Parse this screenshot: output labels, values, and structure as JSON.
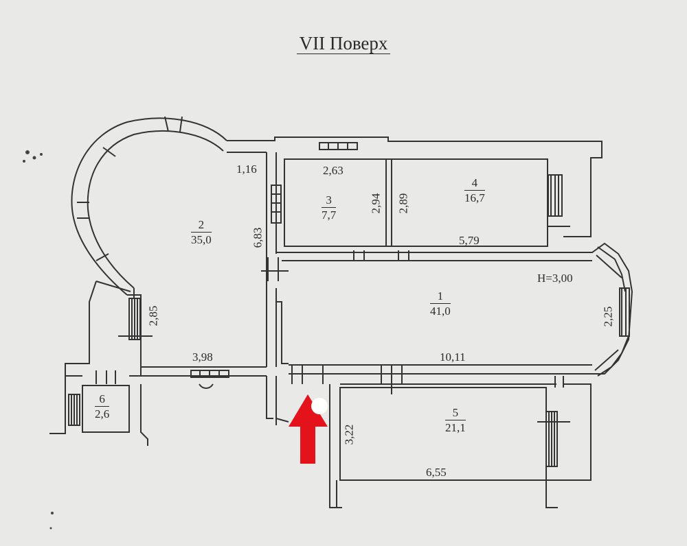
{
  "title": "VII Поверх",
  "height_label": "H=3,00",
  "rooms": [
    {
      "num": "1",
      "area": "41,0"
    },
    {
      "num": "2",
      "area": "35,0"
    },
    {
      "num": "3",
      "area": "7,7"
    },
    {
      "num": "4",
      "area": "16,7"
    },
    {
      "num": "5",
      "area": "21,1"
    },
    {
      "num": "6",
      "area": "2,6"
    }
  ],
  "dimensions": {
    "d_1_16": "1,16",
    "d_2_63": "2,63",
    "d_2_94": "2,94",
    "d_2_89": "2,89",
    "d_6_83": "6,83",
    "d_5_79": "5,79",
    "d_2_85": "2,85",
    "d_3_98": "3,98",
    "d_10_11": "10,11",
    "d_2_25": "2,25",
    "d_3_22": "3,22",
    "d_6_55": "6,55"
  },
  "marker": {
    "color": "#e3121b",
    "type": "entrance-arrow"
  }
}
